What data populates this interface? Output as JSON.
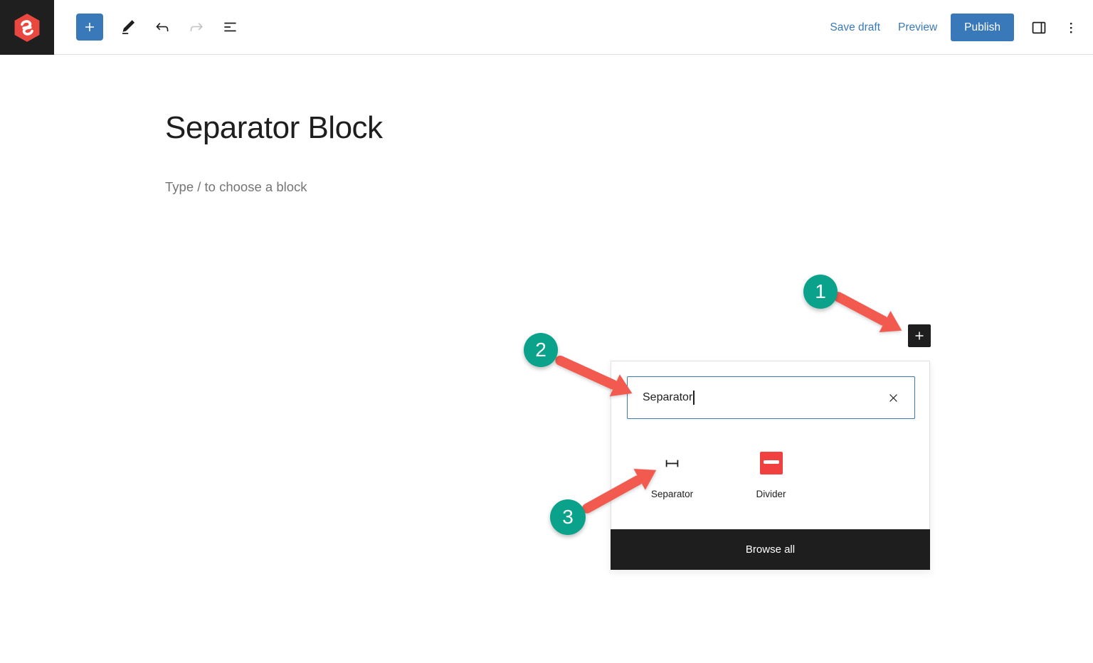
{
  "header": {
    "save_draft": "Save draft",
    "preview": "Preview",
    "publish": "Publish"
  },
  "editor": {
    "post_title": "Separator Block",
    "block_placeholder": "Type / to choose a block"
  },
  "inserter": {
    "search_value": "Separator",
    "blocks": [
      {
        "label": "Separator"
      },
      {
        "label": "Divider"
      }
    ],
    "browse_all": "Browse all"
  },
  "annotations": {
    "steps": [
      "1",
      "2",
      "3"
    ]
  },
  "colors": {
    "accent_blue": "#3a79b9",
    "toolbar_dark": "#1e1e1e",
    "logo_red": "#e94840",
    "divider_red": "#f14040",
    "annotation_teal": "#0aa28a",
    "annotation_arrow": "#f25a4f"
  }
}
